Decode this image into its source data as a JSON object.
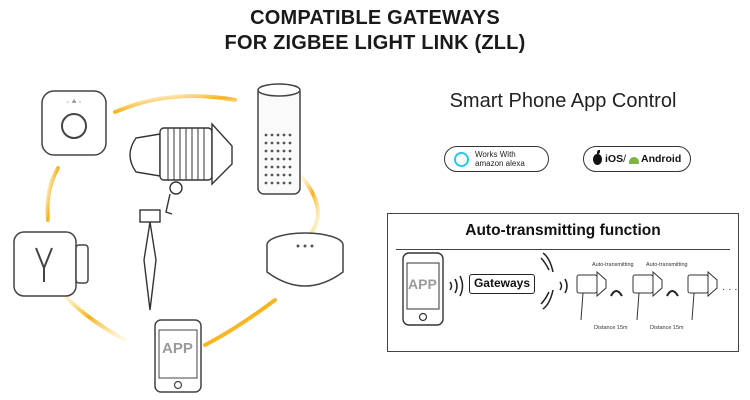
{
  "header": {
    "line1": "COMPATIBLE GATEWAYS",
    "line2": "FOR ZIGBEE LIGHT LINK (ZLL)"
  },
  "app_control": {
    "heading": "Smart Phone App Control",
    "alexa_badge": {
      "line1": "Works With",
      "line2": "amazon alexa",
      "ring_color": "#25c9e6"
    },
    "os_badge": {
      "ios": "iOS",
      "separator": "/",
      "android": "Android",
      "android_color": "#7cb342"
    }
  },
  "auto_transmit": {
    "title": "Auto-transmitting function",
    "app_label": "APP",
    "gateway_label": "Gateways",
    "light_labels": [
      "Auto-transmitting",
      "Auto-transmitting"
    ],
    "distance_labels": [
      "Distance 15m",
      "Distance 15m"
    ],
    "ellipsis": "· · ·"
  },
  "left_diagram": {
    "phone_label": "APP",
    "arc_color": "#f7b21c",
    "devices": [
      "hub-bridge",
      "smart-speaker",
      "round-gateway",
      "smartphone",
      "plug-gateway",
      "spotlight"
    ]
  }
}
